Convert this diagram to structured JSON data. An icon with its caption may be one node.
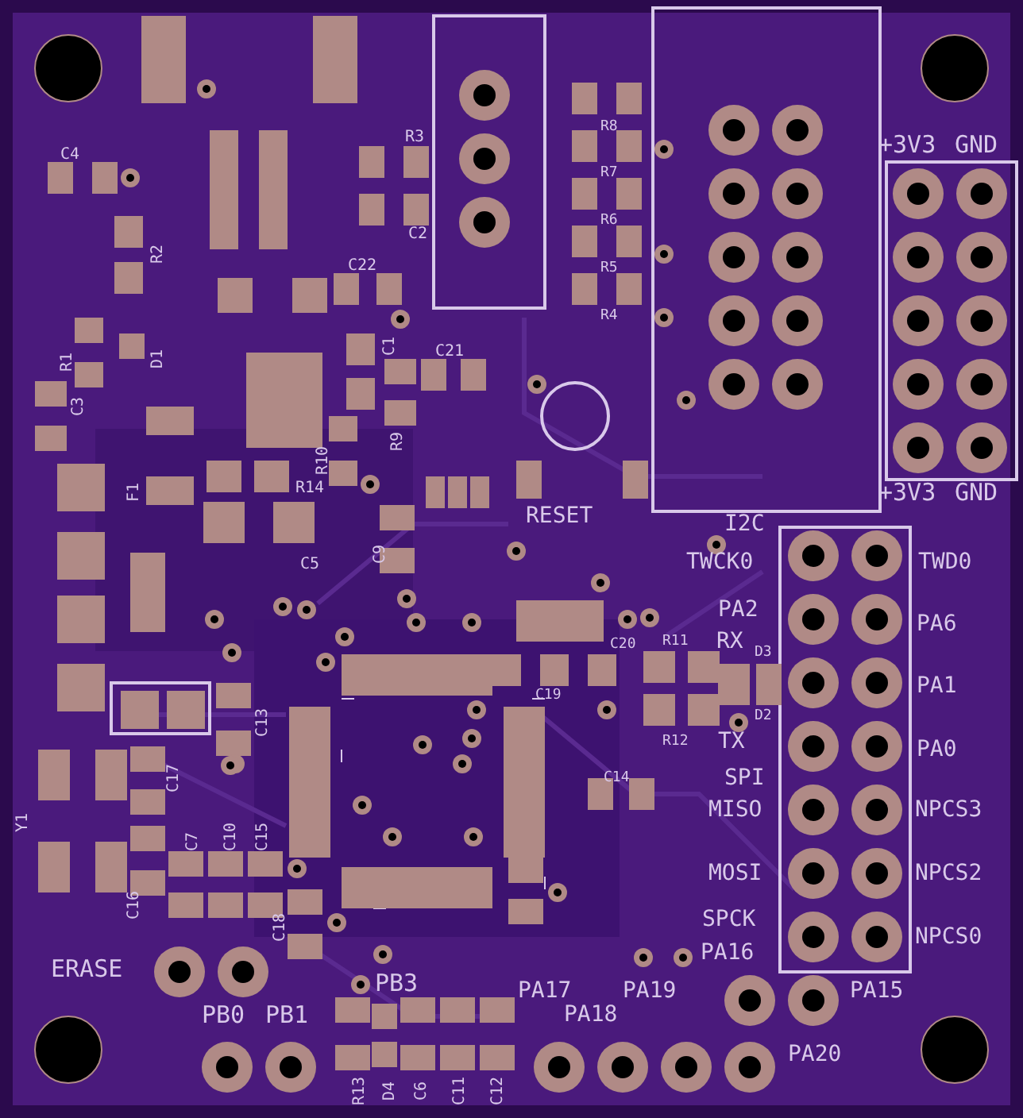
{
  "diagram": {
    "labels": [
      "R3",
      "C4",
      "R8",
      "R7",
      "R6",
      "R5",
      "R4",
      "+3V3",
      "GND",
      "C2",
      "R2",
      "C22",
      "R1",
      "D1",
      "C1",
      "C21",
      "C3",
      "R9",
      "R10",
      "F1",
      "R14",
      "+3V3",
      "GND",
      "RESET",
      "C5",
      "C9",
      "I2C",
      "TWCK0",
      "TWD0",
      "PA2",
      "PA6",
      "C20",
      "R11",
      "RX",
      "D3",
      "C19",
      "C13",
      "PA1",
      "D2",
      "R12",
      "TX",
      "PA0",
      "C14",
      "SPI",
      "C17",
      "MISO",
      "NPCS3",
      "Y1",
      "C7",
      "C10",
      "C15",
      "MOSI",
      "NPCS2",
      "C16",
      "C18",
      "SPCK",
      "NPCS0",
      "ERASE",
      "PA16",
      "PB3",
      "PA17",
      "PA19",
      "PA15",
      "PB0",
      "PB1",
      "PA18",
      "PA20",
      "R13",
      "D4",
      "C6",
      "C11",
      "C12"
    ]
  }
}
